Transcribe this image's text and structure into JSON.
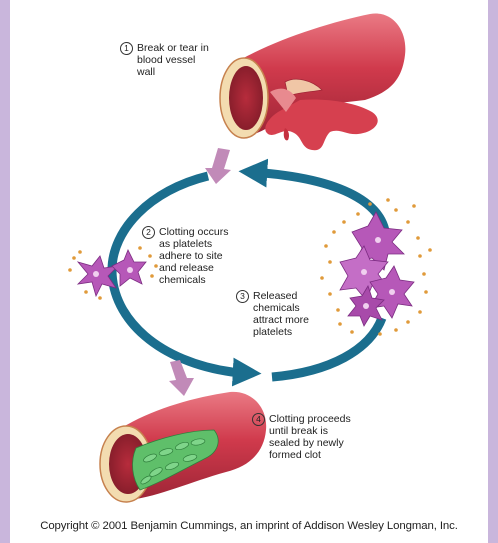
{
  "steps": [
    {
      "number": "1",
      "text": "Break or tear in\nblood vessel\nwall"
    },
    {
      "number": "2",
      "text": "Clotting occurs\nas platelets\nadhere to site\nand release\nchemicals"
    },
    {
      "number": "3",
      "text": "Released\nchemicals\nattract more\nplatelets"
    },
    {
      "number": "4",
      "text": "Clotting proceeds\nuntil break is\nsealed by newly\nformed clot"
    }
  ],
  "copyright": "Copyright © 2001 Benjamin Cummings, an imprint of Addison Wesley Longman, Inc.",
  "colors": {
    "background": "#c9b6dc",
    "cycle_arrow": "#1b6e8e",
    "step_arrow": "#c18ab8",
    "vessel": "#d03a4c",
    "vessel_dark": "#8e1f2e",
    "vessel_lining": "#f3dcb0",
    "platelet": "#b658b8",
    "clot": "#5fbf6a"
  },
  "icons": [
    "torn-vessel",
    "platelet",
    "clot",
    "chemical-dots"
  ]
}
